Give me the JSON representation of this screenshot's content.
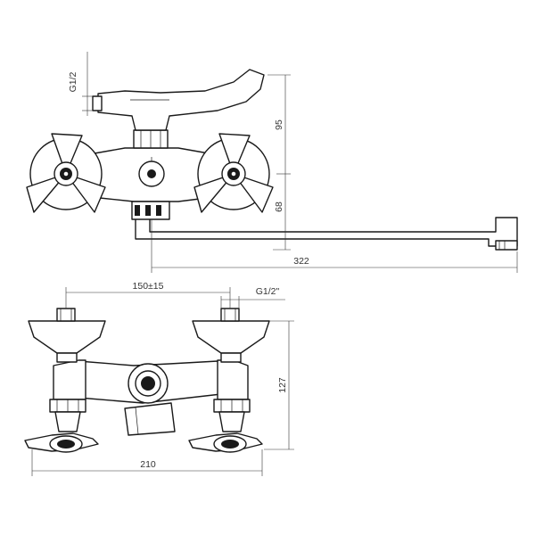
{
  "dimensions": {
    "top_thread": "G1/2",
    "top_height": "95",
    "top_spout_height": "68",
    "spout_length": "322",
    "bottom_spacing": "150±15",
    "bottom_thread": "G1/2\"",
    "bottom_height": "127",
    "bottom_width": "210"
  }
}
